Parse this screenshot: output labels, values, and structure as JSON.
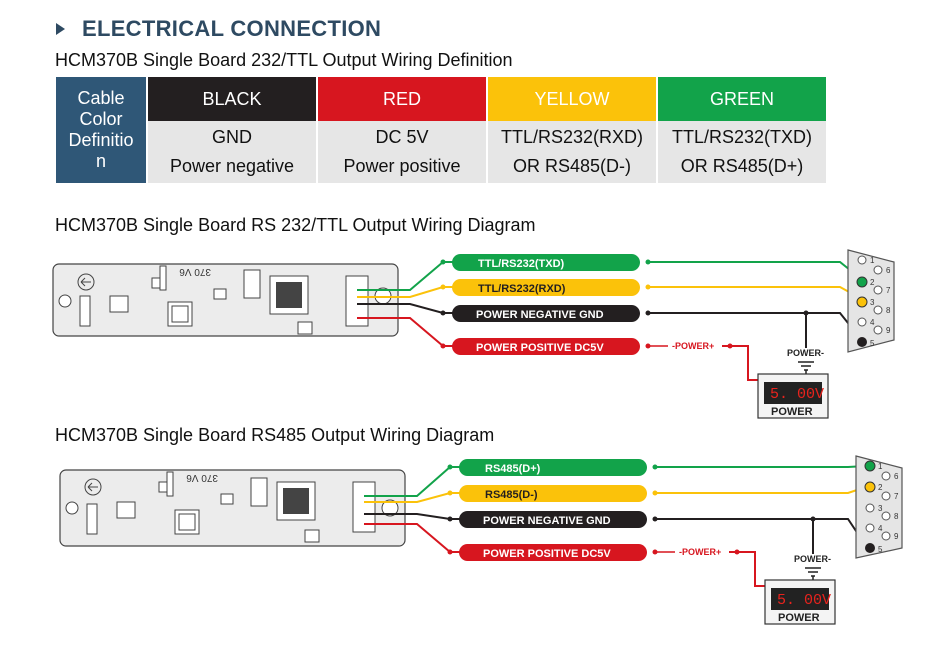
{
  "section": {
    "title": "ELECTRICAL CONNECTION"
  },
  "table": {
    "heading": "HCM370B Single Board 232/TTL Output Wiring Definition",
    "label_lines": [
      "Cable",
      "Color",
      "Definitio",
      "n"
    ],
    "columns": [
      {
        "color_name": "BLACK",
        "color": "#231f20",
        "line1": "GND",
        "line2": "Power negative"
      },
      {
        "color_name": "RED",
        "color": "#d7161f",
        "line1": "DC 5V",
        "line2": "Power positive"
      },
      {
        "color_name": "YELLOW",
        "color": "#fbc20a",
        "line1": "TTL/RS232(RXD)",
        "line2": "OR RS485(D-)"
      },
      {
        "color_name": "GREEN",
        "color": "#12a34a",
        "line1": "TTL/RS232(TXD)",
        "line2": "OR RS485(D+)"
      }
    ]
  },
  "diagram1": {
    "heading": "HCM370B Single Board RS 232/TTL Output Wiring Diagram",
    "board_marking": "370 V6",
    "wires": {
      "green": "TTL/RS232(TXD)",
      "yellow": "TTL/RS232(RXD)",
      "black": "POWER NEGATIVE GND",
      "red": "POWER POSITIVE DC5V"
    },
    "power_plus_label": "-POWER+",
    "power_minus_label": "POWER-",
    "psu_display": "5. 00V",
    "psu_label": "POWER",
    "pins_left": [
      "1",
      "2",
      "3",
      "4",
      "5"
    ],
    "pins_right": [
      "6",
      "7",
      "8",
      "9"
    ]
  },
  "diagram2": {
    "heading": "HCM370B Single Board RS485 Output Wiring Diagram",
    "board_marking": "370 V6",
    "wires": {
      "green": "RS485(D+)",
      "yellow": "RS485(D-)",
      "black": "POWER NEGATIVE GND",
      "red": "POWER POSITIVE DC5V"
    },
    "power_plus_label": "-POWER+",
    "power_minus_label": "POWER-",
    "psu_display": "5. 00V",
    "psu_label": "POWER",
    "pins_left": [
      "1",
      "2",
      "3",
      "4",
      "5"
    ],
    "pins_right": [
      "6",
      "7",
      "8",
      "9"
    ]
  },
  "colors": {
    "heading": "#2e4a62",
    "green": "#12a34a",
    "yellow": "#fbc20a",
    "black": "#231f20",
    "red": "#d7161f"
  }
}
